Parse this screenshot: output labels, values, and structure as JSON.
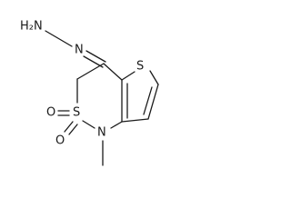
{
  "structure": {
    "atoms": {
      "hydrazine_amino": "H₂N",
      "hydrazine_n": "N",
      "ring_sulfur": "S",
      "sulfonyl_sulfur": "S",
      "oxygen_left": "O",
      "oxygen_bottom": "O",
      "ring_nitrogen": "N"
    }
  },
  "colors": {
    "bond": "#1a1a1a",
    "background": "#ffffff"
  }
}
